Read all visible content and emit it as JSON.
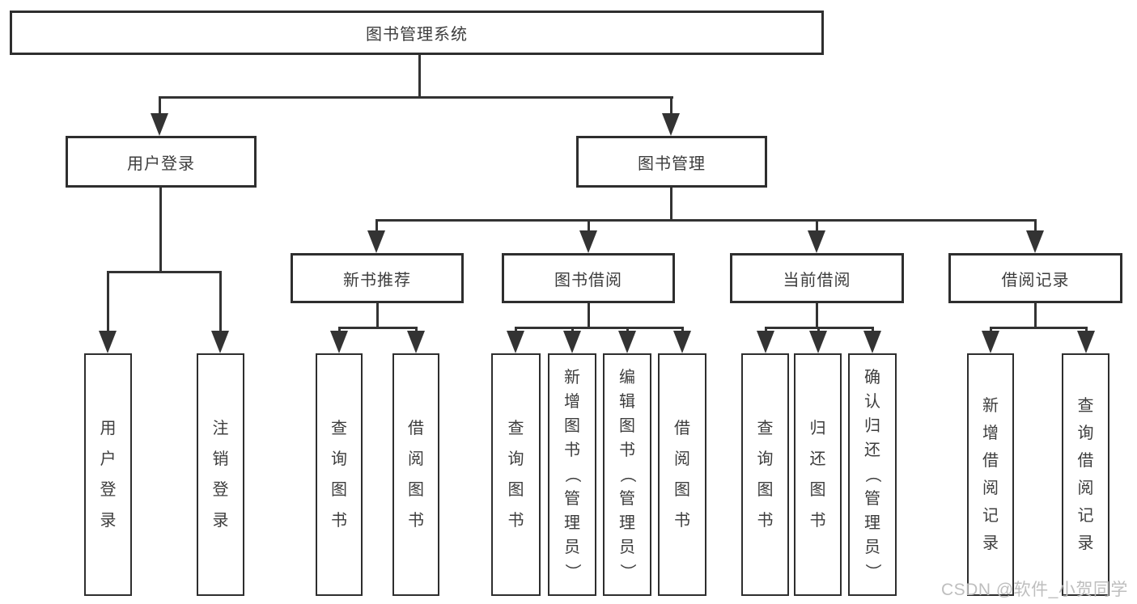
{
  "tree": {
    "root_label": "图书管理系统",
    "children": [
      {
        "label": "用户登录",
        "children": [
          {
            "label": "用户登录"
          },
          {
            "label": "注销登录"
          }
        ]
      },
      {
        "label": "图书管理",
        "children": [
          {
            "label": "新书推荐",
            "children": [
              {
                "label": "查询图书"
              },
              {
                "label": "借阅图书"
              }
            ]
          },
          {
            "label": "图书借阅",
            "children": [
              {
                "label": "查询图书"
              },
              {
                "label": "新增图书（管理员）"
              },
              {
                "label": "编辑图书（管理员）"
              },
              {
                "label": "借阅图书"
              }
            ]
          },
          {
            "label": "当前借阅",
            "children": [
              {
                "label": "查询图书"
              },
              {
                "label": "归还图书"
              },
              {
                "label": "确认归还（管理员）"
              }
            ]
          },
          {
            "label": "借阅记录",
            "children": [
              {
                "label": "新增借阅记录"
              },
              {
                "label": "查询借阅记录"
              }
            ]
          }
        ]
      }
    ]
  },
  "watermark": "CSDN @软件_小贺同学",
  "colors": {
    "line": "#333333",
    "border": "#2e2e2e",
    "text": "#3d3d3d",
    "watermark": "#bababa",
    "background": "#ffffff"
  }
}
